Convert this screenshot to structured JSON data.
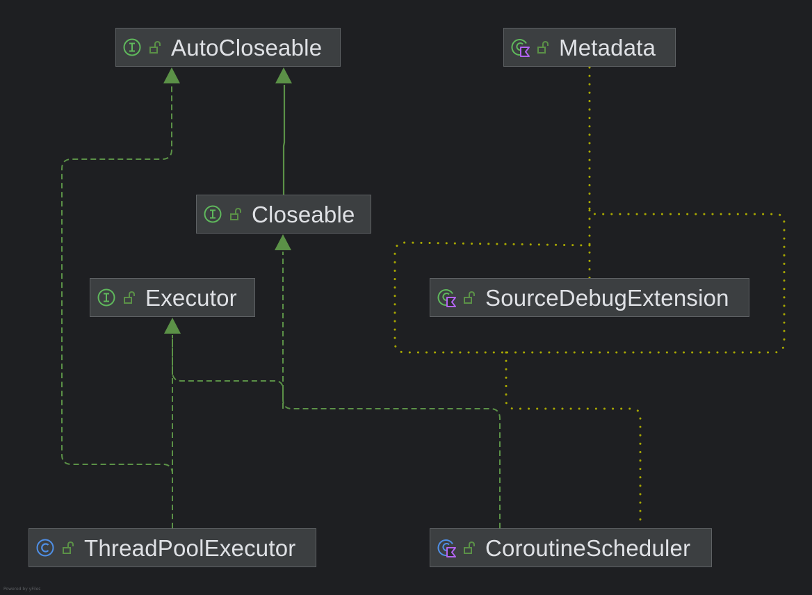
{
  "diagram": {
    "nodes": [
      {
        "id": "autocloseable",
        "label": "AutoCloseable",
        "kind": "interface"
      },
      {
        "id": "metadata",
        "label": "Metadata",
        "kind": "annotation"
      },
      {
        "id": "closeable",
        "label": "Closeable",
        "kind": "interface"
      },
      {
        "id": "executor",
        "label": "Executor",
        "kind": "interface"
      },
      {
        "id": "sourcedebugextension",
        "label": "SourceDebugExtension",
        "kind": "annotation"
      },
      {
        "id": "threadpoolexecutor",
        "label": "ThreadPoolExecutor",
        "kind": "class"
      },
      {
        "id": "coroutinescheduler",
        "label": "CoroutineScheduler",
        "kind": "annotation"
      }
    ],
    "edges": [
      {
        "from": "closeable",
        "to": "autocloseable",
        "type": "extends"
      },
      {
        "from": "threadpoolexecutor",
        "to": "autocloseable",
        "type": "implements"
      },
      {
        "from": "threadpoolexecutor",
        "to": "executor",
        "type": "implements"
      },
      {
        "from": "coroutinescheduler",
        "to": "executor",
        "type": "implements"
      },
      {
        "from": "coroutinescheduler",
        "to": "closeable",
        "type": "implements"
      },
      {
        "from": "sourcedebugextension",
        "to": "metadata",
        "type": "annotated-by"
      },
      {
        "from": "coroutinescheduler",
        "to": "sourcedebugextension",
        "type": "annotated-by"
      },
      {
        "from": "metadata",
        "to": "sourcedebugextension",
        "type": "annotated-by"
      }
    ]
  },
  "footer": {
    "text": "Powered by yFiles"
  },
  "colors": {
    "background": "#1e1f22",
    "node_fill": "#3c3f41",
    "node_border": "#5e6164",
    "label": "#dfe1e5",
    "inheritance_edge": "#5b9147",
    "annotation_edge": "#a8a800",
    "interface_icon": "#5fb85c",
    "class_icon": "#4f8fe6",
    "annotation_mark": "#b264f0"
  },
  "icons": {
    "interface": "interface-icon",
    "class": "class-icon",
    "annotation": "annotation-icon",
    "visibility": "public-lock-icon"
  }
}
